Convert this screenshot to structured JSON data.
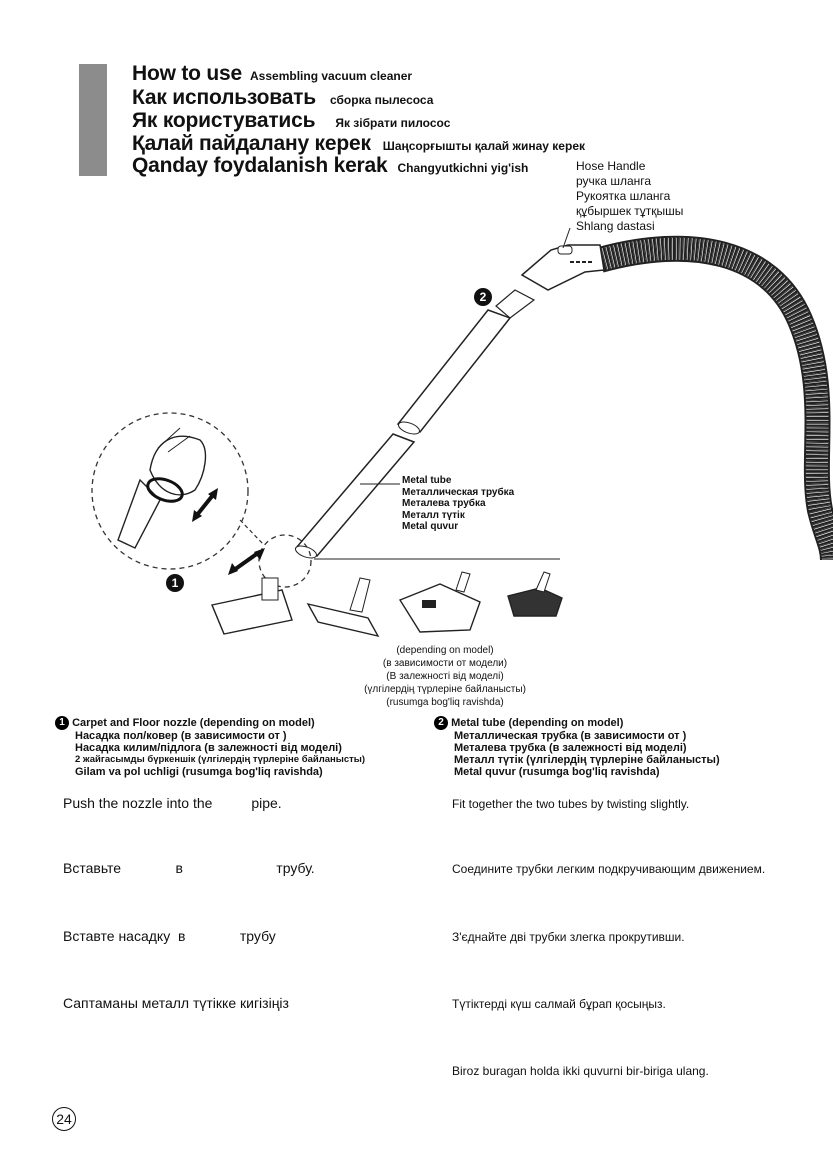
{
  "titles": [
    {
      "big": "How to use",
      "small": "Assembling vacuum cleaner"
    },
    {
      "big": "Как использовать",
      "small": "сборка пылесоса"
    },
    {
      "big": "Як користуватись",
      "small": "Як зібрати пилосос"
    },
    {
      "big": "Қалай пайдалану керек",
      "small": "Шаңсорғышты қалай жинау керек"
    },
    {
      "big": "Qanday foydalanish kerak",
      "small": "Changyutkichni yig'ish"
    }
  ],
  "hose_handle_labels": [
    "Hose Handle",
    "ручка шланга",
    "Рукоятка шланга",
    "құбыршек тұтқышы",
    "Shlang dastasi"
  ],
  "metal_tube_labels": [
    "Metal tube",
    "Металлическая трубка",
    "Металева трубка",
    "Металл түтік",
    "Metal quvur"
  ],
  "model_labels": [
    "(depending on model)",
    "(в зависимости от модели)",
    "(В залежності від моделі)",
    "(үлгілердің түрлеріне байланысты)",
    "(rusumga bog'liq ravishda)"
  ],
  "callouts": {
    "one": "1",
    "two": "2"
  },
  "caption_left": [
    "Carpet and Floor nozzle (depending on model)",
    "Насадка пол/ковер  (в зависимости от            )",
    "Насадка килим/підлога (в залежності від моделі)",
    "2 жайгасымды  бүркеншік (үлгілердің түрлеріне байланысты)",
    "Gilam va pol uchligi (rusumga bog'liq ravishda)"
  ],
  "caption_right": [
    "Metal tube (depending on model)",
    "Металлическая трубка (в зависимости от            )",
    "Металева трубка (в залежності від моделі)",
    "Металл түтік (үлгілердің түрлеріне байланысты)",
    "Metal quvur  (rusumga bog'liq ravishda)"
  ],
  "instructions_left": [
    "Push the nozzle into the          pipe.",
    "Вставьте              в                        трубу.",
    "Вставте насадку  в              трубу",
    "Саптаманы металл түтікке кигізіңіз"
  ],
  "instructions_right": [
    "Fit together the two tubes by twisting slightly.",
    "Соедините трубки легким подкручивающим движением.",
    "З'єднайте дві трубки злегка прокрутивши.",
    "Түтіктерді күш салмай бұрап қосыңыз.",
    "Biroz buragan holda ikki quvurni bir-biriga ulang."
  ],
  "page_number": "24"
}
